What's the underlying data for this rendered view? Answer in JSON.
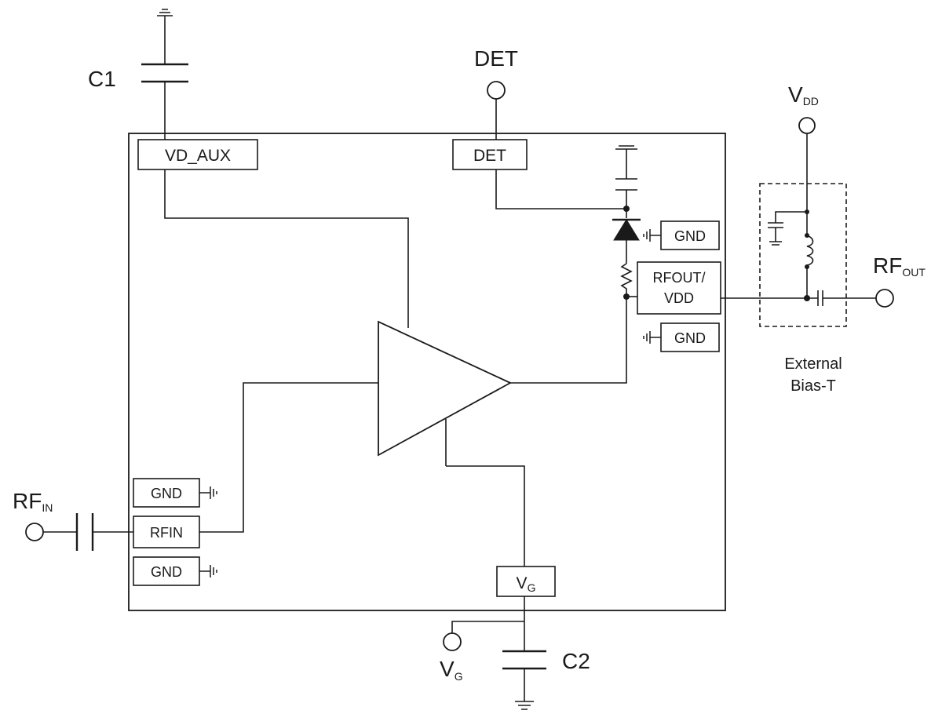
{
  "pins": {
    "vd_aux": "VD_AUX",
    "det": "DET",
    "gnd_top": "GND",
    "rfout_vdd_line1": "RFOUT/",
    "rfout_vdd_line2": "VDD",
    "gnd_mid": "GND",
    "gnd_left_top": "GND",
    "rfin": "RFIN",
    "gnd_left_bottom": "GND",
    "vg_main": "V",
    "vg_sub": "G"
  },
  "external": {
    "c1": "C1",
    "c2": "C2",
    "det": "DET",
    "vdd_main": "V",
    "vdd_sub": "DD",
    "rfout_main": "RF",
    "rfout_sub": "OUT",
    "rfin_main": "RF",
    "rfin_sub": "IN",
    "vg_main": "V",
    "vg_sub": "G",
    "bias_t_line1": "External",
    "bias_t_line2": "Bias-T"
  }
}
